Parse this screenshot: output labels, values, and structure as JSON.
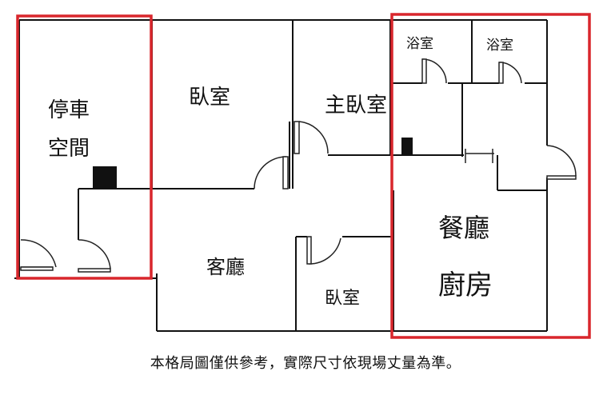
{
  "rooms": {
    "parking_line1": "停車",
    "parking_line2": "空間",
    "bedroom_top": "臥室",
    "master_bedroom": "主臥室",
    "bath_left": "浴室",
    "bath_right": "浴室",
    "living_room": "客廳",
    "bedroom_bottom": "臥室",
    "dining": "餐廳",
    "kitchen": "廚房"
  },
  "caption": "本格局圖僅供參考，實際尺寸依現場丈量為準。",
  "colors": {
    "wall": "#111111",
    "highlight": "#d9262c",
    "door": "#222222"
  }
}
